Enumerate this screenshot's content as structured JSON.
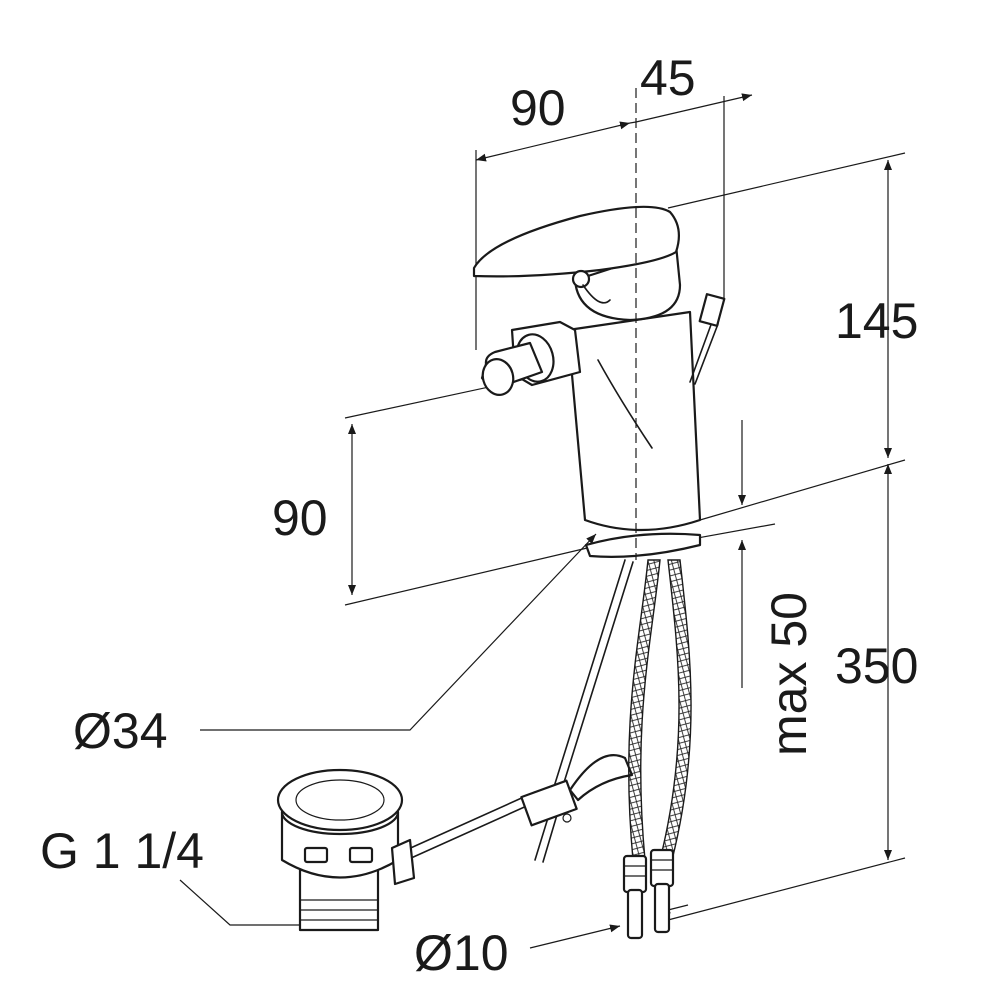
{
  "drawing": {
    "dimensions": {
      "spout_reach": "90",
      "lever_offset": "45",
      "total_height": "145",
      "outlet_height": "90",
      "hose_length": "350",
      "deck_thickness": "max 50",
      "hole_diameter": "Ø34",
      "waste_thread": "G 1 1/4",
      "hose_diameter": "Ø10"
    }
  }
}
